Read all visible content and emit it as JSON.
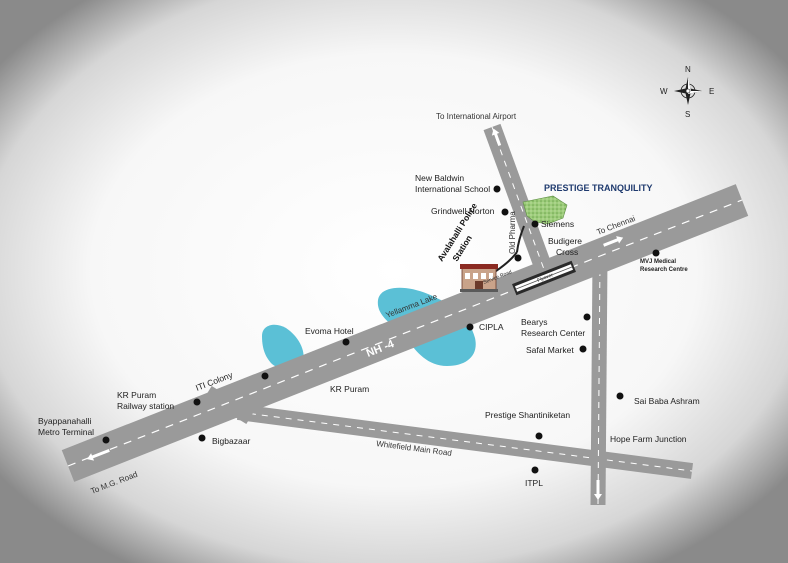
{
  "compass": {
    "n": "N",
    "s": "S",
    "e": "E",
    "w": "W"
  },
  "roads": {
    "nh4": "NH -4",
    "to_airport": "To  International Airport",
    "to_chennai": "To Chennai",
    "to_mg_road": "To M.G. Road",
    "whitefield_main_road": "Whitefield Main Road",
    "old_pharma": "Old Pharma",
    "service_road": "Service Road",
    "flyover": "Flyover"
  },
  "project": {
    "name": "PRESTIGE TRANQUILITY"
  },
  "lakes": {
    "yellamma": "Yellamma Lake"
  },
  "police_station": {
    "line1": "Avalahalli Police",
    "line2": "Station"
  },
  "landmarks": {
    "new_baldwin_1": "New Baldwin",
    "new_baldwin_2": "International School",
    "grindwell": "Grindwell Norton",
    "siemens": "Siemens",
    "budigere_1": "Budigere",
    "budigere_2": "Cross",
    "mvj_1": "MVJ Medical",
    "mvj_2": "Research Centre",
    "cipla": "CIPLA",
    "bearys_1": "Bearys",
    "bearys_2": "Research Center",
    "safal": "Safal Market",
    "evoma": "Evoma Hotel",
    "iti_colony": "ITI Colony",
    "kr_puram": "KR Puram",
    "kr_station_1": "KR Puram",
    "kr_station_2": "Railway station",
    "byappanahalli_1": "Byappanahalli",
    "byappanahalli_2": "Metro Terminal",
    "bigbazaar": "Bigbazaar",
    "shantiniketan": "Prestige Shantiniketan",
    "sai_baba": "Sai Baba Ashram",
    "hope_farm": "Hope Farm Junction",
    "itpl": "ITPL"
  },
  "colors": {
    "road": "#9a9a9a",
    "lake": "#5bc0d6",
    "project_green": "#8fc46a",
    "title_blue": "#1f3a6e"
  }
}
